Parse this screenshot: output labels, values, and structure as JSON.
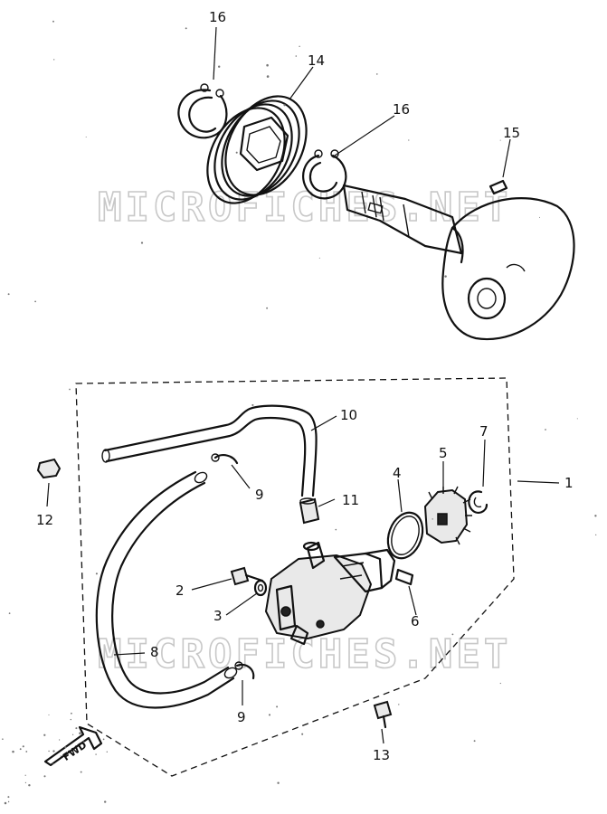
{
  "watermark": "MICROFICHES.NET",
  "direction_label": "FWD",
  "callouts": {
    "c1": "1",
    "c2": "2",
    "c3": "3",
    "c4": "4",
    "c5": "5",
    "c6": "6",
    "c7": "7",
    "c8": "8",
    "c9a": "9",
    "c9b": "9",
    "c10": "10",
    "c11": "11",
    "c12": "12",
    "c13": "13",
    "c14": "14",
    "c15": "15",
    "c16a": "16",
    "c16b": "16"
  },
  "colors": {
    "ink": "#111111",
    "watermark": "#c8c8c8",
    "paper": "#ffffff"
  }
}
